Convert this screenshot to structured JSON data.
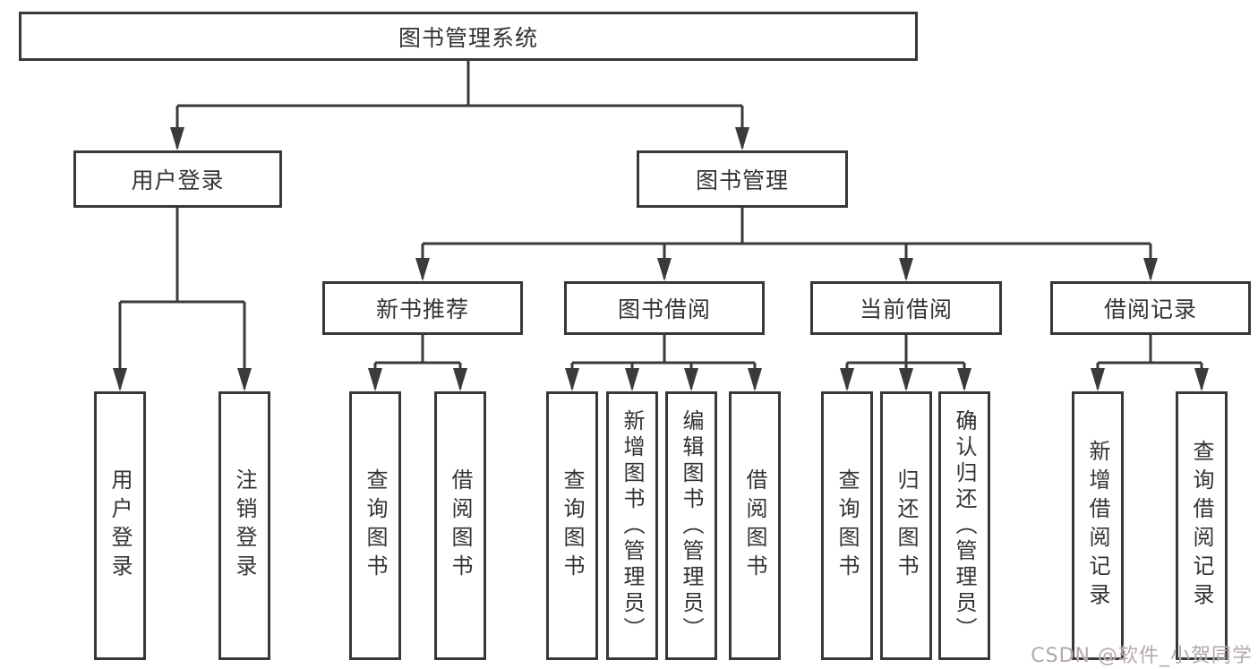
{
  "diagram_title": "图书管理系统",
  "tree": {
    "root": {
      "label": "图书管理系统"
    },
    "branches": [
      {
        "label": "用户登录",
        "children": [
          {
            "label": "用户登录"
          },
          {
            "label": "注销登录"
          }
        ]
      },
      {
        "label": "图书管理",
        "children": [
          {
            "label": "新书推荐",
            "children": [
              {
                "label": "查询图书"
              },
              {
                "label": "借阅图书"
              }
            ]
          },
          {
            "label": "图书借阅",
            "children": [
              {
                "label": "查询图书"
              },
              {
                "label": "新增图书（管理员）"
              },
              {
                "label": "编辑图书（管理员）"
              },
              {
                "label": "借阅图书"
              }
            ]
          },
          {
            "label": "当前借阅",
            "children": [
              {
                "label": "查询图书"
              },
              {
                "label": "归还图书"
              },
              {
                "label": "确认归还（管理员）"
              }
            ]
          },
          {
            "label": "借阅记录",
            "children": [
              {
                "label": "新增借阅记录"
              },
              {
                "label": "查询借阅记录"
              }
            ]
          }
        ]
      }
    ]
  },
  "watermark": {
    "text": "CSDN @软件_小贺同学"
  },
  "colors": {
    "line": "#3a3a3a",
    "box_border": "#383838",
    "text": "#333333",
    "watermark": "#b3a8a8",
    "background": "#ffffff"
  }
}
